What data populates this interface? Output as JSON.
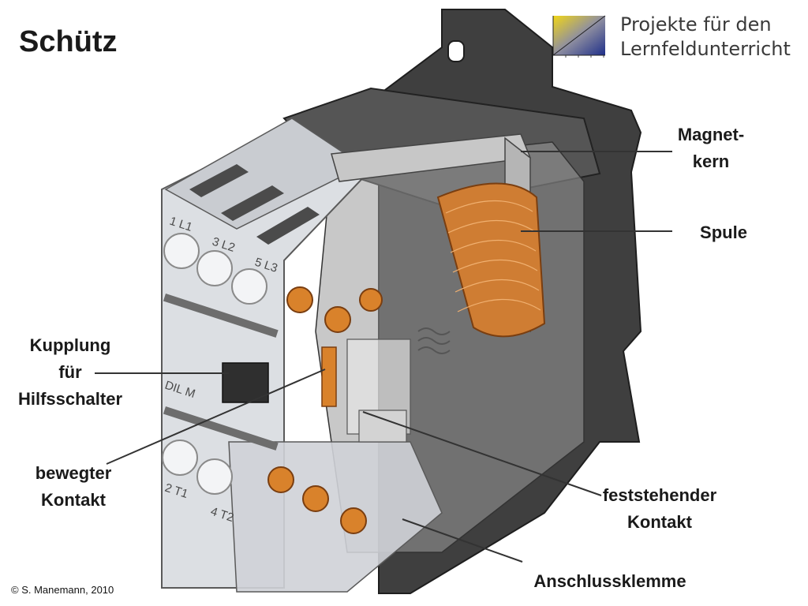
{
  "title": "Schütz",
  "brand": {
    "line1": "Projekte für den",
    "line2": "Lernfeldunterricht"
  },
  "labels": {
    "magnetkern_line1": "Magnet-",
    "magnetkern_line2": "kern",
    "spule": "Spule",
    "kupplung_line1": "Kupplung",
    "kupplung_line2": "für",
    "kupplung_line3": "Hilfsschalter",
    "bewegter_line1": "bewegter",
    "bewegter_line2": "Kontakt",
    "feststehender_line1": "feststehender",
    "feststehender_line2": "Kontakt",
    "anschlussklemme": "Anschlussklemme"
  },
  "terminal_markings": {
    "t1": "1 L1",
    "t3": "3 L2",
    "t5": "5 L3",
    "t2": "2 T1",
    "t4": "4 T2",
    "model": "DIL M"
  },
  "copyright": "© S. Manemann, 2010",
  "colors": {
    "housing_dark": "#3d3d3d",
    "housing_light": "#dcdfe3",
    "copper": "#d9822b",
    "coil": "#cf7d33",
    "leader_line": "#333333"
  }
}
